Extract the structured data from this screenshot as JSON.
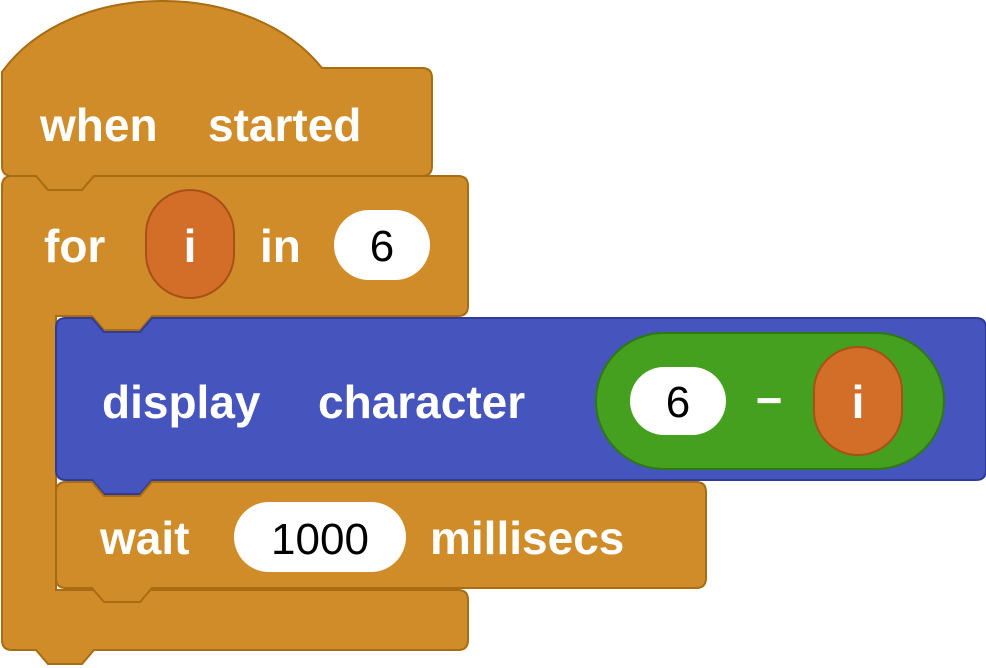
{
  "colors": {
    "control": "#d08c28",
    "control_border": "#a86c12",
    "looks": "#4654be",
    "looks_border": "#303c96",
    "operator": "#46a020",
    "operator_border": "#2e7a10",
    "variable": "#d26e28",
    "variable_border": "#a85018"
  },
  "hat": {
    "word1": "when",
    "word2": "started"
  },
  "for_loop": {
    "word_for": "for",
    "var_name": "i",
    "word_in": "in",
    "count": "6"
  },
  "display": {
    "word1": "display",
    "word2": "character",
    "left_value": "6",
    "operator": "−",
    "right_var": "i"
  },
  "wait": {
    "word_wait": "wait",
    "amount": "1000",
    "unit": "millisecs"
  }
}
